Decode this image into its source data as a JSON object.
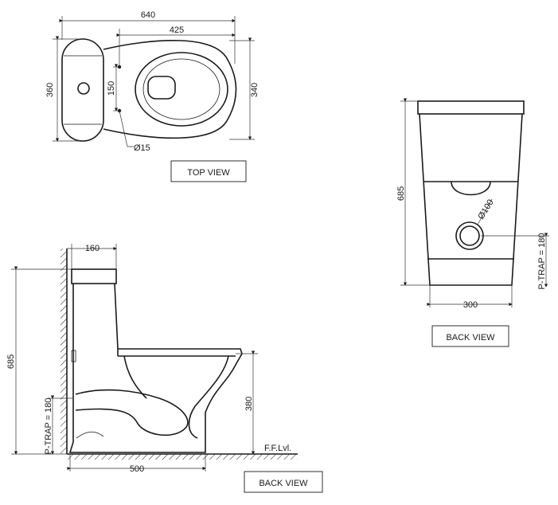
{
  "top_view": {
    "label": "TOP VIEW",
    "dims": {
      "overall_length": "640",
      "bowl_length": "425",
      "width": "360",
      "bowl_width": "340",
      "hole_spacing": "150",
      "hole_dia": "Ø15"
    }
  },
  "back_view_right": {
    "label": "BACK VIEW",
    "dims": {
      "height": "685",
      "base_width": "300",
      "outlet_dia": "Ø100",
      "p_trap": "P-TRAP = 180"
    }
  },
  "side_view": {
    "label": "BACK VIEW",
    "dims": {
      "height": "685",
      "tank_depth": "160",
      "length": "500",
      "seat_height": "380",
      "p_trap": "P-TRAP = 180",
      "floor": "F.F.Lvl."
    }
  }
}
